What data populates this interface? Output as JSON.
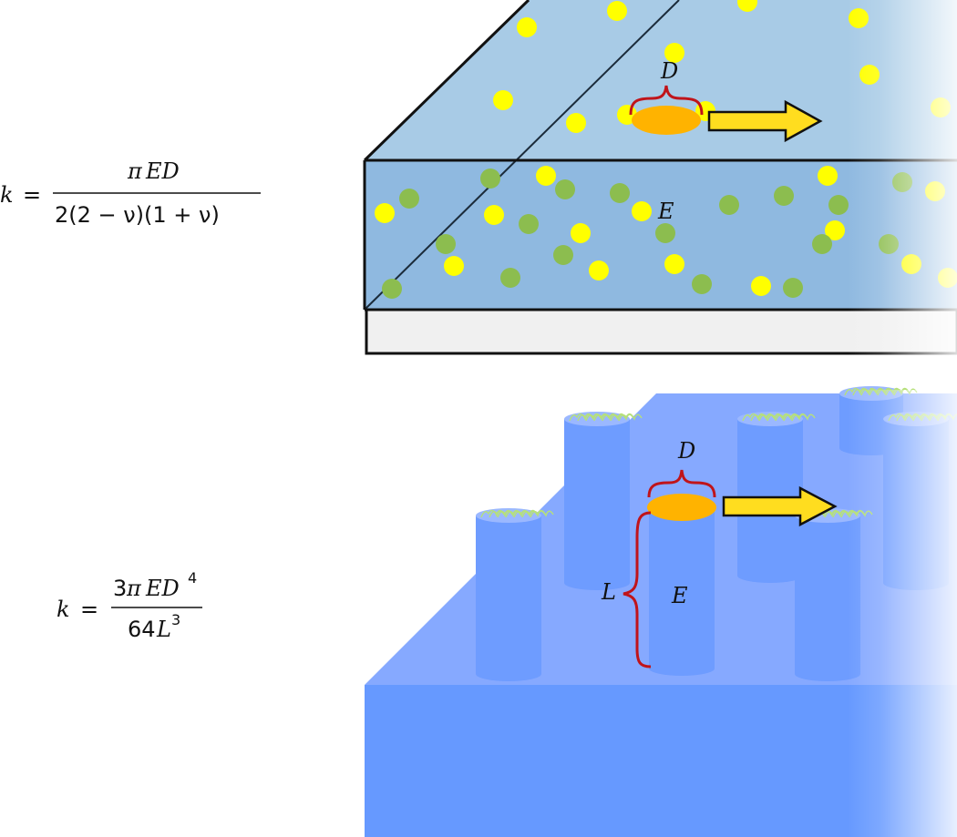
{
  "equations": {
    "top": {
      "lhs": "k",
      "equals": "=",
      "numerator_pi": "π",
      "numerator_vars": "ED",
      "denominator": "2(2 − ν)(1 + ν)"
    },
    "bottom": {
      "lhs": "k",
      "equals": "=",
      "numerator_coef": "3",
      "numerator_pi": "π",
      "numerator_vars": "ED",
      "numerator_exp": "4",
      "denominator_coef": "64",
      "denominator_var": "L",
      "denominator_exp": "3"
    }
  },
  "top_panel": {
    "label_diameter": "D",
    "label_modulus": "E"
  },
  "bottom_panel": {
    "label_diameter": "D",
    "label_length": "L",
    "label_modulus": "E"
  },
  "colors": {
    "hydrogel_top": "#a8cbe6",
    "hydrogel_front": "#8fb9e0",
    "substrate": "#f0f0f0",
    "yellow_particle": "#ffff00",
    "green_particle": "#8cbd4f",
    "cell": "#ffb300",
    "arrow": "#ffdd1f",
    "pillar_base": "#6699ff",
    "pillar": "#6e9cff",
    "brace": "#c0141a"
  }
}
